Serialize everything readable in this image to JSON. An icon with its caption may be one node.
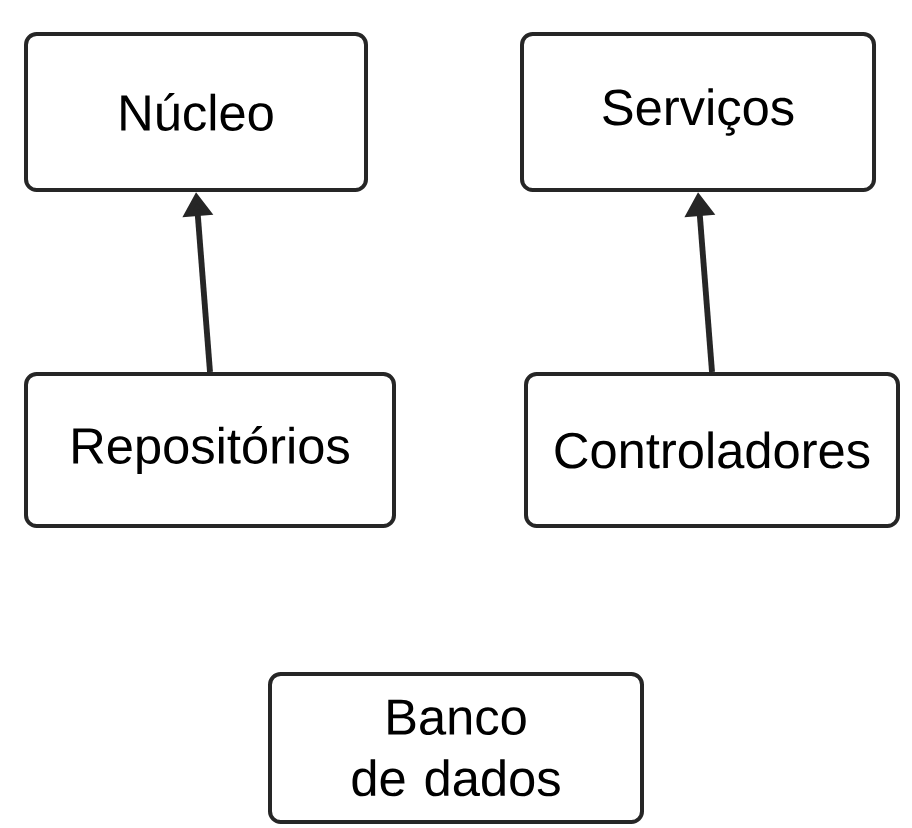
{
  "diagram": {
    "nodes": [
      {
        "text": [
          "Núcleo"
        ]
      },
      {
        "text": [
          "Serviços"
        ]
      },
      {
        "text": [
          "Repositórios"
        ]
      },
      {
        "text": [
          "Controladores"
        ]
      },
      {
        "text": [
          "Banco de dados"
        ]
      }
    ],
    "edges": [
      {
        "from": 2,
        "to": 0,
        "arrow": "to"
      },
      {
        "from": 3,
        "to": 1,
        "arrow": "to"
      }
    ]
  }
}
